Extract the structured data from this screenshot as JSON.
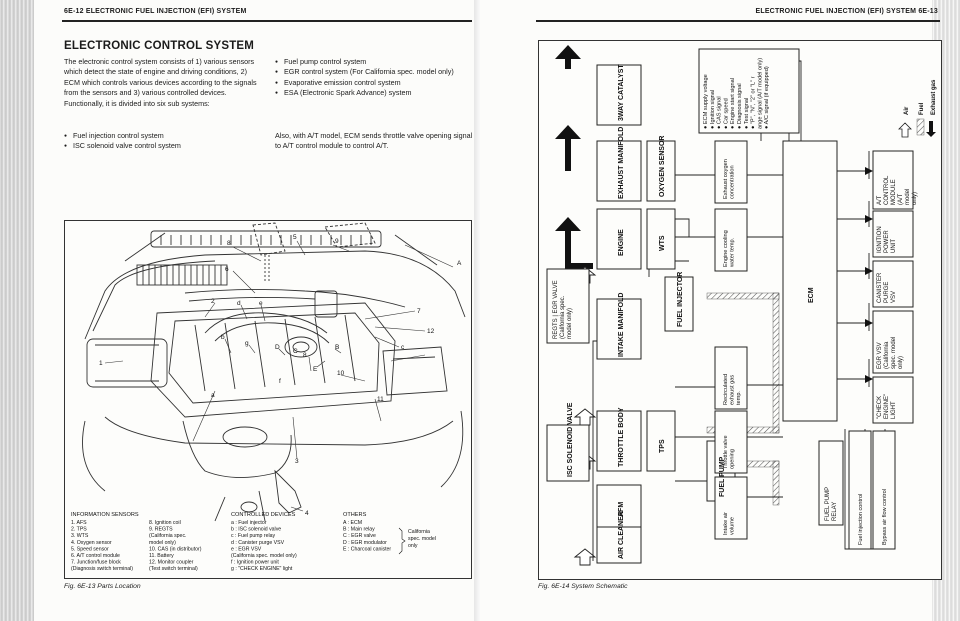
{
  "left": {
    "header": "6E-12 ELECTRONIC FUEL INJECTION (EFI) SYSTEM",
    "title": "ELECTRONIC CONTROL SYSTEM",
    "intro": "The electronic control system consists of 1) various sensors which detect the state of engine and driving conditions, 2) ECM which controls various devices according to the signals from the sensors and 3) various controlled devices. Functionally, it is divided into six sub systems:",
    "bullets_a": [
      "Fuel injection control system",
      "ISC solenoid valve control system"
    ],
    "bullets_b": [
      "Fuel pump control system",
      "EGR control system (For California spec. model only)",
      "Evaporative emission control system",
      "ESA (Electronic Spark Advance) system"
    ],
    "also": "Also, with A/T model, ECM sends throttle valve opening signal to A/T control module to control A/T.",
    "figure": {
      "caption": "Fig. 6E-13 Parts Location",
      "callouts": [
        "8",
        "5",
        "9",
        "6",
        "A",
        "2",
        "d",
        "e",
        "7",
        "12",
        "b",
        "g",
        "D",
        "E",
        "B",
        "c",
        "1",
        "10",
        "8",
        "C",
        "f",
        "a",
        "11",
        "3",
        "4"
      ],
      "info_title": "INFORMATION SENSORS",
      "info_col1": [
        "1. AFS",
        "2. TPS",
        "3. WTS",
        "4. Oxygen sensor",
        "5. Speed sensor",
        "6. A/T control module",
        "7. Junction/fuse block",
        "(Diagnosis switch terminal)"
      ],
      "info_col2": [
        "8. Ignition coil",
        "9. REGTS",
        "(California spec.",
        "model only)",
        "10. CAS (in distributor)",
        "11. Battery",
        "12. Monitor coupler",
        "(Test switch terminal)"
      ],
      "devices_title": "CONTROLLED DEVICES",
      "devices": [
        "a : Fuel injector",
        "b : ISC solenoid valve",
        "c : Fuel pump relay",
        "d : Canister purge VSV",
        "e : EGR VSV",
        "(California spec. model only)",
        "f : Ignition power unit",
        "g : \"CHECK ENGINE\" light"
      ],
      "others_title": "OTHERS",
      "others": [
        "A : ECM",
        "B : Main relay",
        "C : EGR valve",
        "D : EGR modulator",
        "E : Charcoal canister"
      ],
      "others_note": "California spec. model only"
    }
  },
  "right": {
    "header": "ELECTRONIC FUEL INJECTION (EFI) SYSTEM 6E-13",
    "caption": "Fig. 6E-14 System Schematic",
    "schematic": {
      "blocks": {
        "catalyst": "3WAY CATALYST",
        "exhaust": "EXHAUST MANIFOLD",
        "oxygen": "OXYGEN SENSOR",
        "engine": "ENGINE",
        "wts": "WTS",
        "injector": "FUEL INJECTOR",
        "regts": "REGTS | EGR VALVE (California spec. model only)",
        "intake": "INTAKE MANIFOLD",
        "isc": "ISC SOLENOID VALVE",
        "throttle": "THROTTLE BODY",
        "tps": "TPS",
        "afm": "AFM",
        "cleaner": "AIR CLEANER",
        "fuel_pump": "FUEL PUMP",
        "ecm": "ECM",
        "fuel_pump_relay": "FUEL PUMP RELAY",
        "at_module": "A/T CONTROL MODULE (A/T model only)",
        "ignition_unit": "IGNITION POWER UNIT",
        "canister_vsv": "CANISTER PURGE VSV",
        "egr_vsv": "EGR VSV (California spec. model only)",
        "check_light": "\"CHECK ENGINE\" LIGHT"
      },
      "signals": {
        "o2": "Exhaust oxygen concentration",
        "coolant": "Engine cooling water temp.",
        "recirc": "Recirculated exhaust gas temp.",
        "throttle": "Throttle valve opening",
        "intake_air": "Intake air volume",
        "fuel_inj": "Fuel injection control",
        "bypass": "Bypass air flow control"
      },
      "ecm_inputs": [
        "ECM supply voltage",
        "Ignition signal",
        "CAS signal",
        "Car speed",
        "Engine start signal",
        "Diagnosis signal",
        "Test signal",
        "\"P\", \"N\", \"2\" or \"L\" range signal (A/T model only)",
        "A/C signal (if equipped)"
      ],
      "legend": [
        "Air",
        "Fuel",
        "Exhaust gas"
      ]
    }
  },
  "colors": {
    "ink": "#1b1b1b",
    "paper": "#fcfcfa",
    "hatch": "#555555"
  },
  "icons": {
    "flow_arrow": "flow-arrow-icon"
  }
}
